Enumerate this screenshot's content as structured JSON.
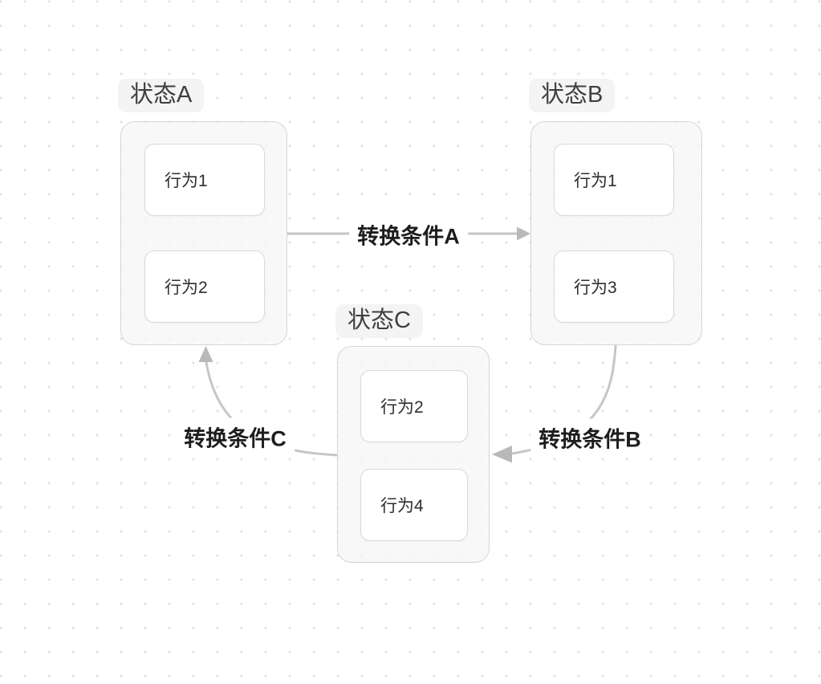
{
  "diagram": {
    "type": "state-machine",
    "states": [
      {
        "title": "状态A",
        "behaviors": [
          "行为1",
          "行为2"
        ]
      },
      {
        "title": "状态B",
        "behaviors": [
          "行为1",
          "行为3"
        ]
      },
      {
        "title": "状态C",
        "behaviors": [
          "行为2",
          "行为4"
        ]
      }
    ],
    "transitions": [
      {
        "label": "转换条件A",
        "from": "状态A",
        "to": "状态B"
      },
      {
        "label": "转换条件B",
        "from": "状态B",
        "to": "状态C"
      },
      {
        "label": "转换条件C",
        "from": "状态C",
        "to": "状态A"
      }
    ],
    "colors": {
      "canvas_bg": "#ffffff",
      "grid_dot": "#e2e2e2",
      "state_fill": "#f7f7f7",
      "state_border": "#d5d5d5",
      "behavior_fill": "#ffffff",
      "behavior_border": "#d9d9d9",
      "edge_line": "#c6c6c6",
      "arrowhead": "#b9b9b9",
      "title_text": "#3f3f3f",
      "behavior_text": "#2e2e2e",
      "edge_label_text": "#1d1d1d"
    }
  }
}
